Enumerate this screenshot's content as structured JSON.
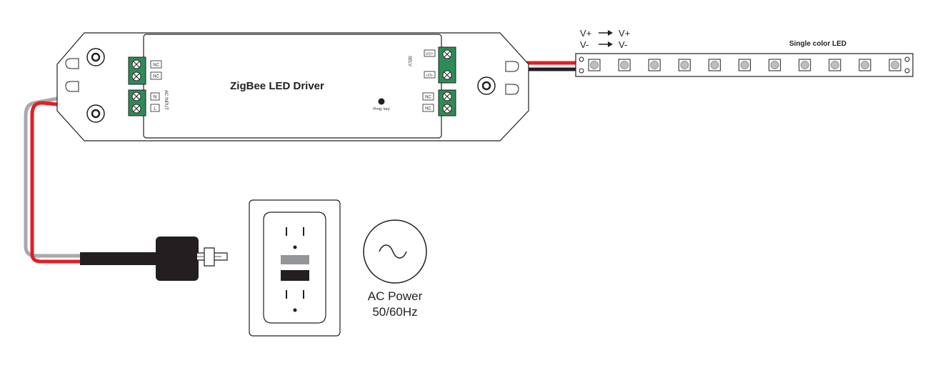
{
  "driver": {
    "title": "ZigBee LED Driver",
    "prog_key_label": "Prog. key",
    "selv_label": "SELV",
    "ac_input_label": "AC INPUT",
    "output_terminals": [
      "LED+",
      "LED-"
    ],
    "nc_left": [
      "NC",
      "NC"
    ],
    "nc_right": [
      "NC",
      "NC"
    ],
    "input_terminals": [
      "N",
      "L"
    ]
  },
  "connection": {
    "line1": {
      "from": "V+",
      "to": "V+"
    },
    "line2": {
      "from": "V-",
      "to": "V-"
    }
  },
  "led_strip": {
    "title": "Single color LED",
    "led_count": 11
  },
  "ac_power": {
    "line1": "AC Power",
    "line2": "50/60Hz"
  },
  "colors": {
    "wire_red": "#e31e24",
    "wire_black": "#231f20",
    "wire_gray": "#a7a9ac",
    "terminal_green": "#2e8b57",
    "outline": "#231f20"
  }
}
